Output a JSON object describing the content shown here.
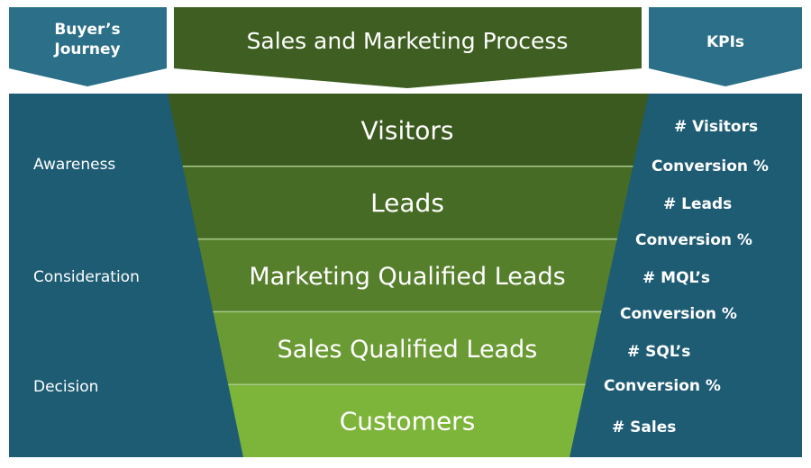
{
  "header": {
    "left_line1": "Buyer’s",
    "left_line2": "Journey",
    "center": "Sales and Marketing Process",
    "right": "KPIs"
  },
  "funnel": {
    "stages": [
      {
        "label": "Visitors",
        "color": "#3b5a1f"
      },
      {
        "label": "Leads",
        "color": "#466b24"
      },
      {
        "label": "Marketing Qualified Leads",
        "color": "#567f2c"
      },
      {
        "label": "Sales Qualified Leads",
        "color": "#6a9a33"
      },
      {
        "label": "Customers",
        "color": "#7db43a"
      }
    ]
  },
  "journey": [
    "Awareness",
    "Consideration",
    "Decision"
  ],
  "kpis": [
    "# Visitors",
    "Conversion %",
    "# Leads",
    "Conversion %",
    "# MQL’s",
    "Conversion %",
    "# SQL’s",
    "Conversion %",
    "# Sales"
  ],
  "colors": {
    "panel": "#1e5c74",
    "header_side": "#2b6f88",
    "header_center": "#3e5f21"
  }
}
